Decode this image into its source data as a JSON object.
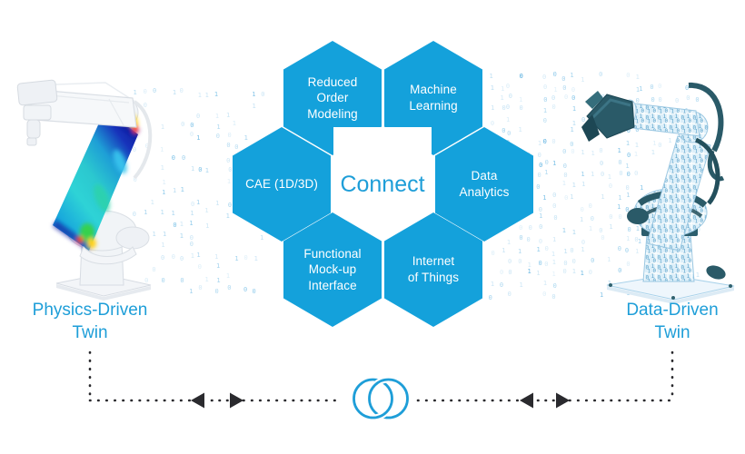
{
  "hex_grid": {
    "center": {
      "label": "Connect"
    },
    "cells": [
      {
        "id": "reduced-order-modeling",
        "lines": [
          "Reduced",
          "Order",
          "Modeling"
        ]
      },
      {
        "id": "machine-learning",
        "lines": [
          "Machine",
          "Learning"
        ]
      },
      {
        "id": "cae-1d-3d",
        "lines": [
          "CAE (1D/3D)"
        ]
      },
      {
        "id": "data-analytics",
        "lines": [
          "Data",
          "Analytics"
        ]
      },
      {
        "id": "functional-mock-up-interface",
        "lines": [
          "Functional",
          "Mock-up",
          "Interface"
        ]
      },
      {
        "id": "internet-of-things",
        "lines": [
          "Internet",
          "of Things"
        ]
      }
    ]
  },
  "twins": {
    "left": {
      "lines": [
        "Physics-Driven",
        "Twin"
      ]
    },
    "right": {
      "lines": [
        "Data-Driven",
        "Twin"
      ]
    }
  },
  "rain": {
    "chars": [
      "0",
      "1"
    ],
    "palette": [
      "#c9e5f5",
      "#a3d3ee",
      "#79c0e7",
      "#4aa8dd"
    ]
  },
  "icons": {
    "link_symbol": "interlocking-circles-icon",
    "flow_symbol": "bidirectional-dotted-arrows"
  },
  "colors": {
    "hex_fill": "#14a1db",
    "accent_text": "#1e9ed8",
    "connector_dark": "#2a2a2e",
    "robot_dark_teal": "#2a5a68"
  }
}
